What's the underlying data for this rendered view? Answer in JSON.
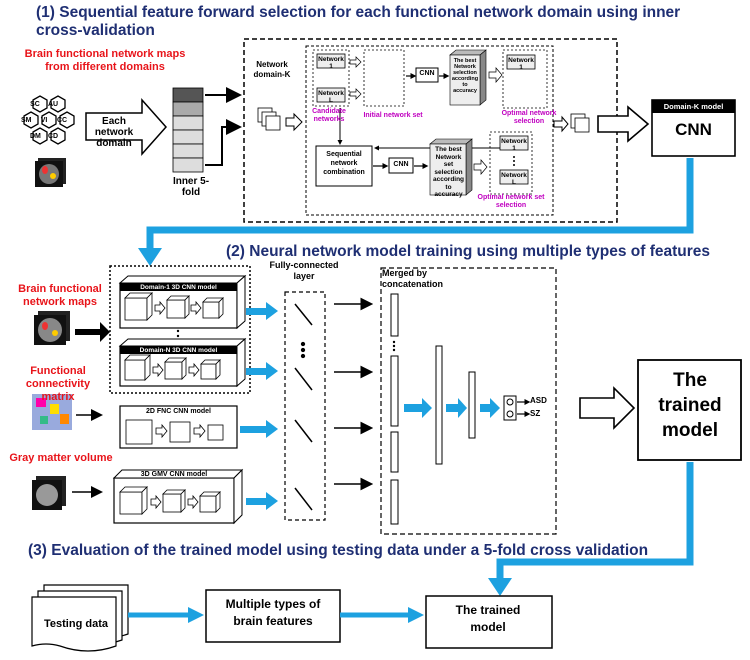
{
  "sections": {
    "s1": "(1) Sequential feature forward selection for each functional network domain using inner",
    "s1b": "cross-validation",
    "s2": "(2) Neural network model training using multiple types of features",
    "s3": "(3) Evaluation of the trained model using testing data under a 5-fold cross validation"
  },
  "part1": {
    "maps_label": "Brain functional network maps from different domains",
    "domains": [
      "SC",
      "AU",
      "SM",
      "VI",
      "CC",
      "DM",
      "CD"
    ],
    "each_domain": "Each network domain",
    "inner_fold": "Inner 5-fold",
    "network_domain_k": "Network domain-K",
    "network_1": "Network 1",
    "network_l": "Network L",
    "candidate": "Candidate networks",
    "initial_set": "Initial network set",
    "cnn": "CNN",
    "best_network": "The best Network selection according to accuracy",
    "best_network2": "The best Network set selection according to accuracy",
    "optimal": "Optimal network selection",
    "optimal_set": "Optimal network set selection",
    "seq_combo": "Sequential network combination",
    "domain_k_model": "Domain-K model",
    "cnn_big": "CNN"
  },
  "part2": {
    "maps_label": "Brain functional network maps",
    "fnc_label": "Functional connectivity matrix",
    "gmv_label": "Gray matter volume",
    "domain1_model": "Domain-1 3D CNN model",
    "domainN_model": "Domain-N 3D CNN model",
    "fnc_model": "2D FNC CNN model",
    "gmv_model": "3D GMV CNN model",
    "fc_layer": "Fully-connected layer",
    "merged": "Merged by concatenation",
    "asd": "ASD",
    "sz": "SZ",
    "trained_model": "The trained model"
  },
  "part3": {
    "testing": "Testing data",
    "features": "Multiple types of brain features",
    "trained": "The trained model"
  }
}
